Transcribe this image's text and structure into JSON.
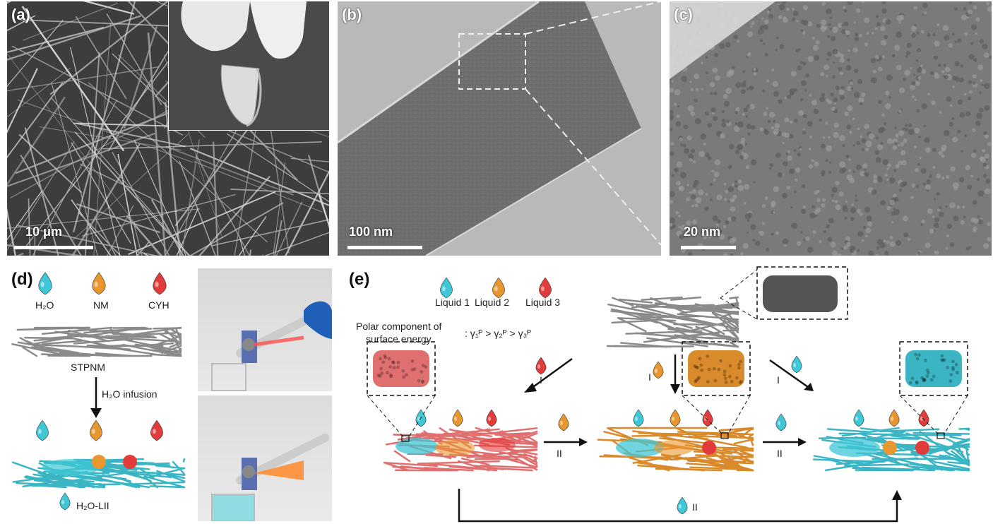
{
  "panels": {
    "a": {
      "label": "(a)",
      "scale": "10 μm"
    },
    "b": {
      "label": "(b)",
      "scale": "100 nm"
    },
    "c": {
      "label": "(c)",
      "scale": "20 nm"
    },
    "d": {
      "label": "(d)",
      "liquids": [
        "H₂O",
        "NM",
        "CYH"
      ],
      "membrane_label": "STPNM",
      "step_label": "H₂O infusion",
      "result_label": "H₂O-LII"
    },
    "e": {
      "label": "(e)",
      "liquids": [
        "Liquid 1",
        "Liquid 2",
        "Liquid 3"
      ],
      "polar_line1": "Polar component of",
      "polar_line2": "surface energy",
      "inequality": ": γ₁ᴾ > γ₂ᴾ > γ₃ᴾ",
      "step_I": "I",
      "step_II": "II"
    }
  },
  "colors": {
    "water": "#3ec7d6",
    "nm": "#e8962e",
    "cyh": "#e23b3b",
    "mesh_gray": "#8a8a8a",
    "mesh_red": "#e07070",
    "mesh_orange": "#d98a2a",
    "mesh_cyan": "#3bb5c3"
  },
  "icons": [
    "drop-icon",
    "arrow-icon",
    "fiber-mesh",
    "nanotube-zoom"
  ]
}
